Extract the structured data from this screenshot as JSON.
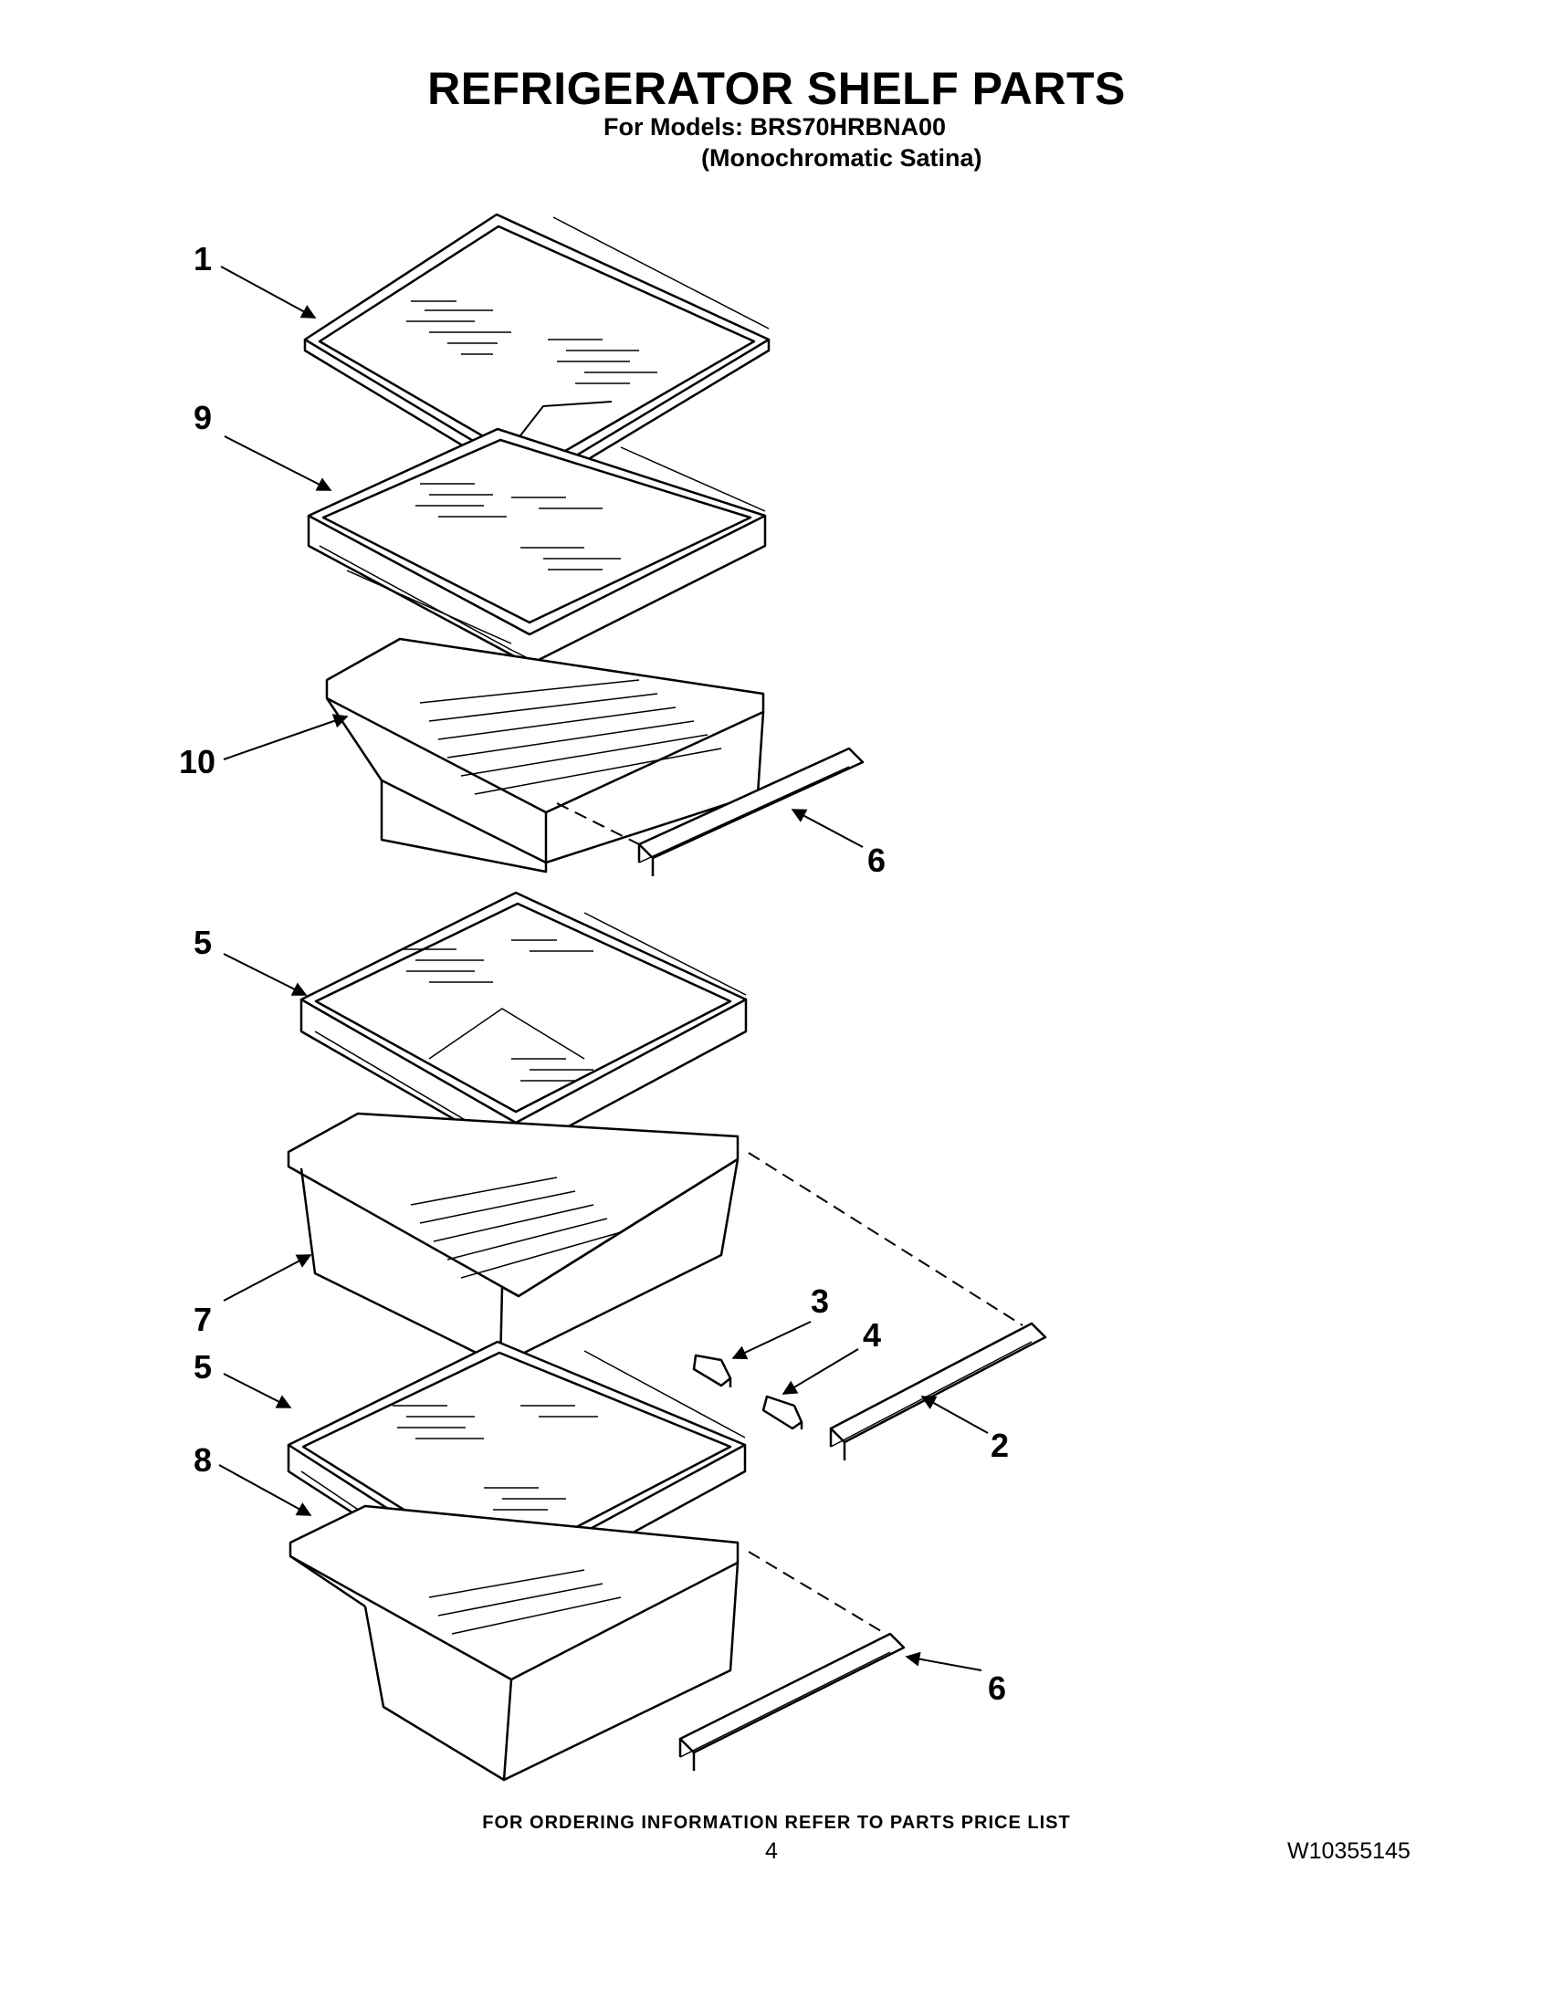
{
  "header": {
    "title": "REFRIGERATOR SHELF PARTS",
    "models_line": "For Models: BRS70HRBNA00",
    "variant_line": "(Monochromatic Satina)"
  },
  "callouts": [
    {
      "id": "c1",
      "label": "1"
    },
    {
      "id": "c9",
      "label": "9"
    },
    {
      "id": "c10",
      "label": "10"
    },
    {
      "id": "c6a",
      "label": "6"
    },
    {
      "id": "c5a",
      "label": "5"
    },
    {
      "id": "c7",
      "label": "7"
    },
    {
      "id": "c3",
      "label": "3"
    },
    {
      "id": "c4",
      "label": "4"
    },
    {
      "id": "c5b",
      "label": "5"
    },
    {
      "id": "c2",
      "label": "2"
    },
    {
      "id": "c8",
      "label": "8"
    },
    {
      "id": "c6b",
      "label": "6"
    }
  ],
  "footer": {
    "ordering_note": "FOR ORDERING INFORMATION REFER TO PARTS PRICE LIST",
    "page_number": "4",
    "document_number": "W10355145"
  }
}
